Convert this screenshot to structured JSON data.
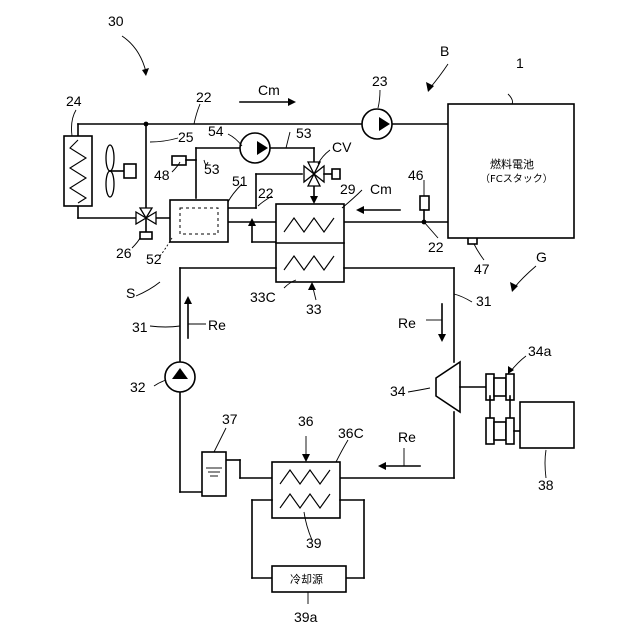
{
  "labels": {
    "system": "30",
    "fc_stack": "1",
    "pump_23": "23",
    "heat_exchanger_24": "24",
    "line_22_top": "22",
    "line_25": "25",
    "pump_54": "54",
    "line_53a": "53",
    "line_53b": "53",
    "valve_cv": "CV",
    "sensor_48": "48",
    "unit_51": "51",
    "line_22_mid": "22",
    "hx_29": "29",
    "sensor_46": "46",
    "line_22_right": "22",
    "sensor_47": "47",
    "valve_26": "26",
    "unit_52": "52",
    "loop_s": "S",
    "hx_33c": "33C",
    "hx_33": "33",
    "line_31_left": "31",
    "line_31_right": "31",
    "pump_32": "32",
    "compressor_34": "34",
    "coupling_34a": "34a",
    "accumulator_37": "37",
    "hx_36": "36",
    "hx_36c": "36C",
    "hx_39": "39",
    "motor_38": "38",
    "cooling_source_39a": "39a",
    "region_b": "B",
    "region_g": "G"
  },
  "flows": {
    "cm_top": "Cm",
    "cm_right": "Cm",
    "re_left": "Re",
    "re_right": "Re",
    "re_bottom": "Re"
  },
  "fc_stack": {
    "title": "燃料電池",
    "subtitle": "（FCスタック）"
  },
  "cooling_source": {
    "label": "冷却源"
  }
}
